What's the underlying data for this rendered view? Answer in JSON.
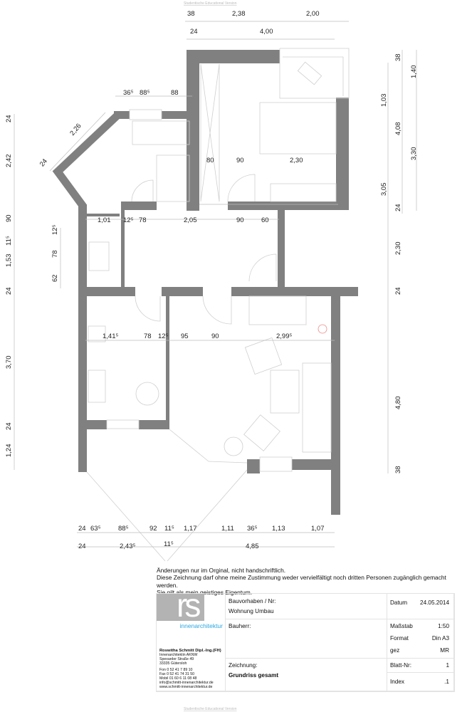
{
  "watermark": "Studentische Educational Version",
  "dimensions": {
    "top_row1": [
      "38",
      "2,38",
      "2,00"
    ],
    "top_row2": [
      "24",
      "4,00"
    ],
    "upper_left": [
      "36⁵",
      "88⁵",
      "88",
      "2,26",
      "24"
    ],
    "bedroom_inner": [
      "80",
      "90",
      "2,30"
    ],
    "hall_row": [
      "1,01",
      "12⁵",
      "78",
      "2,05",
      "90",
      "60"
    ],
    "living_row": [
      "1,41⁵",
      "78",
      "12⁵",
      "95",
      "90",
      "2,99⁵"
    ],
    "left_outer": [
      "24",
      "2,42",
      "90",
      "11⁵",
      "1,53",
      "24",
      "3,70",
      "24",
      "1,24"
    ],
    "left_inner": [
      "12⁵",
      "78",
      "62"
    ],
    "right_inner": [
      "38",
      "1,03",
      "3,05",
      "24",
      "2,30",
      "24",
      "4,80",
      "38"
    ],
    "right_mid": [
      "4,08"
    ],
    "right_outer": [
      "1,40",
      "3,30"
    ],
    "bottom_row1": [
      "24",
      "63⁵",
      "88⁵",
      "92",
      "11⁵",
      "1,17",
      "1,11",
      "36⁵",
      "1,13",
      "1,07"
    ],
    "bottom_row2": [
      "24",
      "2,43⁵",
      "11⁵",
      "4,85"
    ]
  },
  "notice": [
    "Änderungen nur im Orginal, nicht handschriftlich.",
    "Diese Zeichnung darf ohne meine Zustimmung weder vervielfältigt noch dritten Personen zugänglich gemacht werden.",
    "Sie gilt als mein geistiges Eigentum."
  ],
  "title_block": {
    "logo_letters": "rs",
    "logo_sub": "innenarchitektur",
    "firm_name": "Roswitha Schmitt Dipl.-Ing.(FH)",
    "firm_lines": [
      "Innenarchitektin AKNW",
      "Spexarder Straße 49",
      "33335 Gütersloh"
    ],
    "contact_lines": [
      "Fon    0 52 41 7 89 10",
      "Fax    0 52 41 74 31 50",
      "Mobil  01 60 6 11 08 48",
      "info@schmitt-innenarchitektur.de",
      "www.schmitt-innenarchitektur.de"
    ],
    "project_label": "Bauvorhaben / Nr:",
    "project_value": "Wohnung Umbau",
    "client_label": "Bauherr:",
    "drawing_label": "Zeichnung:",
    "drawing_value": "Grundriss gesamt",
    "date_label": "Datum",
    "date_value": "24.05.2014",
    "scale_label": "Maßstab",
    "scale_value": "1:50",
    "format_label": "Format",
    "format_value": "Din A3",
    "drawn_label": "gez",
    "drawn_value": "MR",
    "sheet_label": "Blatt-Nr:",
    "sheet_value": "1",
    "index_label": "Index",
    "index_value": ".1"
  },
  "colors": {
    "wall": "#808080",
    "logo_gray": "#b3b3b3",
    "logo_blue": "#2aa6e0"
  }
}
